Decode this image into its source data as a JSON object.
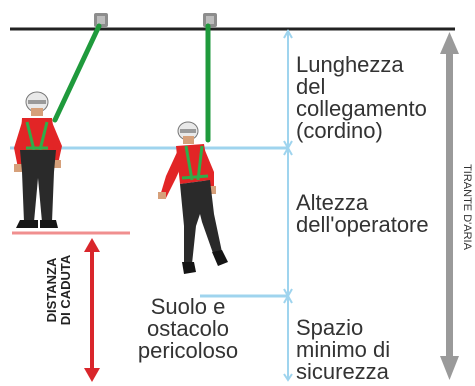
{
  "labels": {
    "lanyard_length": [
      "Lunghezza",
      "del",
      "collegamento",
      "(cordino)"
    ],
    "worker_height": [
      "Altezza",
      "dell'operatore"
    ],
    "safety_space": [
      "Spazio",
      "minimo di",
      "sicurezza"
    ],
    "ground": [
      "Suolo e",
      "ostacolo",
      "pericoloso"
    ],
    "fall_distance": [
      "DISTANZA",
      "DI CADUTA"
    ],
    "air_draft": "TIRANTE D'ARIA"
  },
  "colors": {
    "anchor_line": "#222222",
    "lanyard": "#1f9a3c",
    "reference_line": "#9fd4ee",
    "fall_arrow": "#d9262b",
    "air_draft_arrow": "#9a9a9a",
    "worker_shirt": "#e22526",
    "worker_trousers": "#2a2a2a",
    "harness": "#2fae4a"
  },
  "icons": [
    "anchor-point-icon",
    "worker-standing-icon",
    "worker-hanging-icon"
  ]
}
